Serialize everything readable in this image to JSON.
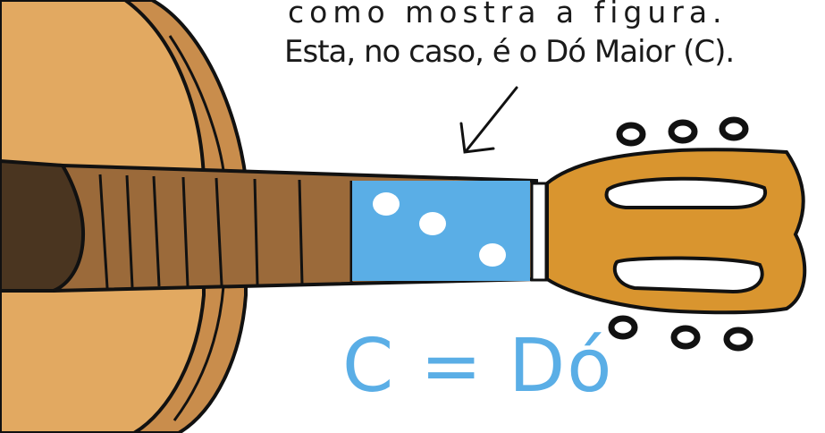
{
  "caption": {
    "line1": "como mostra a figura.",
    "line2": "Esta, no caso, é o Dó Maior (C)."
  },
  "chord_label": "C = Dó",
  "colors": {
    "body_light": "#e2a961",
    "body_shadow": "#c98d4c",
    "neck": "#9b6a3a",
    "soundhole": "#4a3520",
    "highlight": "#5aaee6",
    "headstock": "#d9952f",
    "outline": "#111111",
    "chord_text": "#5aaee6"
  },
  "icons": [
    "arrow-down-left-icon",
    "finger-dot-icon",
    "tuning-peg-icon"
  ],
  "chord_diagram": {
    "name": "C",
    "finger_positions": 3
  }
}
